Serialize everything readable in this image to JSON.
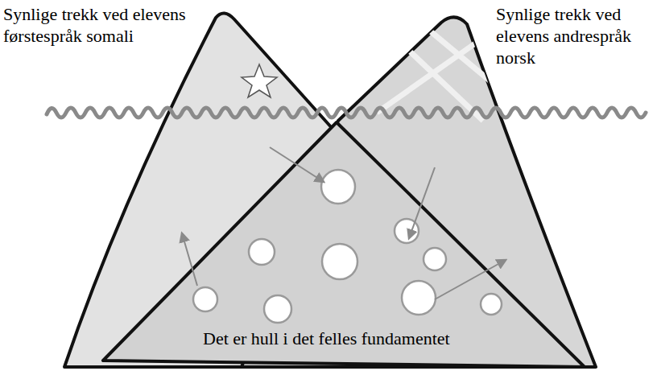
{
  "diagram": {
    "nodes": [
      {
        "text": [
          "Det er hull i det felles fundamentet"
        ]
      }
    ],
    "labels": [
      "Synlige trekk ved elevens førstespråk somali",
      "Synlige trekk ved elevens andrespråk norsk"
    ]
  }
}
